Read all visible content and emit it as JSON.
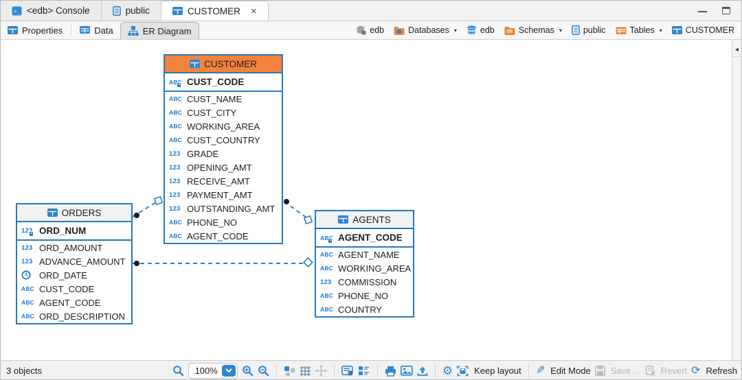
{
  "tabs": {
    "console": "<edb> Console",
    "public": "public",
    "customer": "CUSTOMER"
  },
  "subtabs": {
    "properties": "Properties",
    "data": "Data",
    "er_diagram": "ER Diagram"
  },
  "breadcrumb": {
    "connection": "edb",
    "databases": "Databases",
    "database": "edb",
    "schemas": "Schemas",
    "schema": "public",
    "tables": "Tables",
    "table": "CUSTOMER"
  },
  "glyphs": {
    "abc": "ABC",
    "num": "123",
    "close": "×",
    "caret": "▾",
    "collapse": "◂",
    "gear": "⚙",
    "pencil": "✎",
    "refresh": "⟳"
  },
  "colors": {
    "entity_border": "#2779bd",
    "customer_header": "#f5823c",
    "plain_header": "#f1f1f1",
    "relation_line": "#2e7fc6",
    "accent_blue": "#2e86d1",
    "folder_orange": "#e8883a"
  },
  "diagram": {
    "entities": [
      {
        "title": "CUSTOMER",
        "columns": [
          {
            "name": "CUST_CODE",
            "type": "string",
            "key": true
          },
          {
            "name": "CUST_NAME",
            "type": "string"
          },
          {
            "name": "CUST_CITY",
            "type": "string"
          },
          {
            "name": "WORKING_AREA",
            "type": "string"
          },
          {
            "name": "CUST_COUNTRY",
            "type": "string"
          },
          {
            "name": "GRADE",
            "type": "number"
          },
          {
            "name": "OPENING_AMT",
            "type": "number"
          },
          {
            "name": "RECEIVE_AMT",
            "type": "number"
          },
          {
            "name": "PAYMENT_AMT",
            "type": "number"
          },
          {
            "name": "OUTSTANDING_AMT",
            "type": "number"
          },
          {
            "name": "PHONE_NO",
            "type": "string"
          },
          {
            "name": "AGENT_CODE",
            "type": "string"
          }
        ]
      },
      {
        "title": "ORDERS",
        "columns": [
          {
            "name": "ORD_NUM",
            "type": "number",
            "key": true
          },
          {
            "name": "ORD_AMOUNT",
            "type": "number"
          },
          {
            "name": "ADVANCE_AMOUNT",
            "type": "number"
          },
          {
            "name": "ORD_DATE",
            "type": "date"
          },
          {
            "name": "CUST_CODE",
            "type": "string"
          },
          {
            "name": "AGENT_CODE",
            "type": "string"
          },
          {
            "name": "ORD_DESCRIPTION",
            "type": "string"
          }
        ]
      },
      {
        "title": "AGENTS",
        "columns": [
          {
            "name": "AGENT_CODE",
            "type": "string",
            "key": true
          },
          {
            "name": "AGENT_NAME",
            "type": "string"
          },
          {
            "name": "WORKING_AREA",
            "type": "string"
          },
          {
            "name": "COMMISSION",
            "type": "number"
          },
          {
            "name": "PHONE_NO",
            "type": "string"
          },
          {
            "name": "COUNTRY",
            "type": "string"
          }
        ]
      }
    ],
    "relations": [
      {
        "from": "ORDERS",
        "to": "CUSTOMER"
      },
      {
        "from": "CUSTOMER",
        "to": "AGENTS"
      },
      {
        "from": "ORDERS",
        "to": "AGENTS"
      }
    ]
  },
  "statusbar": {
    "objects_count": "3 objects",
    "zoom_value": "100%",
    "keep_layout_label": "Keep layout",
    "edit_mode_label": "Edit Mode",
    "save_label": "Save ...",
    "revert_label": "Revert",
    "refresh_label": "Refresh"
  }
}
